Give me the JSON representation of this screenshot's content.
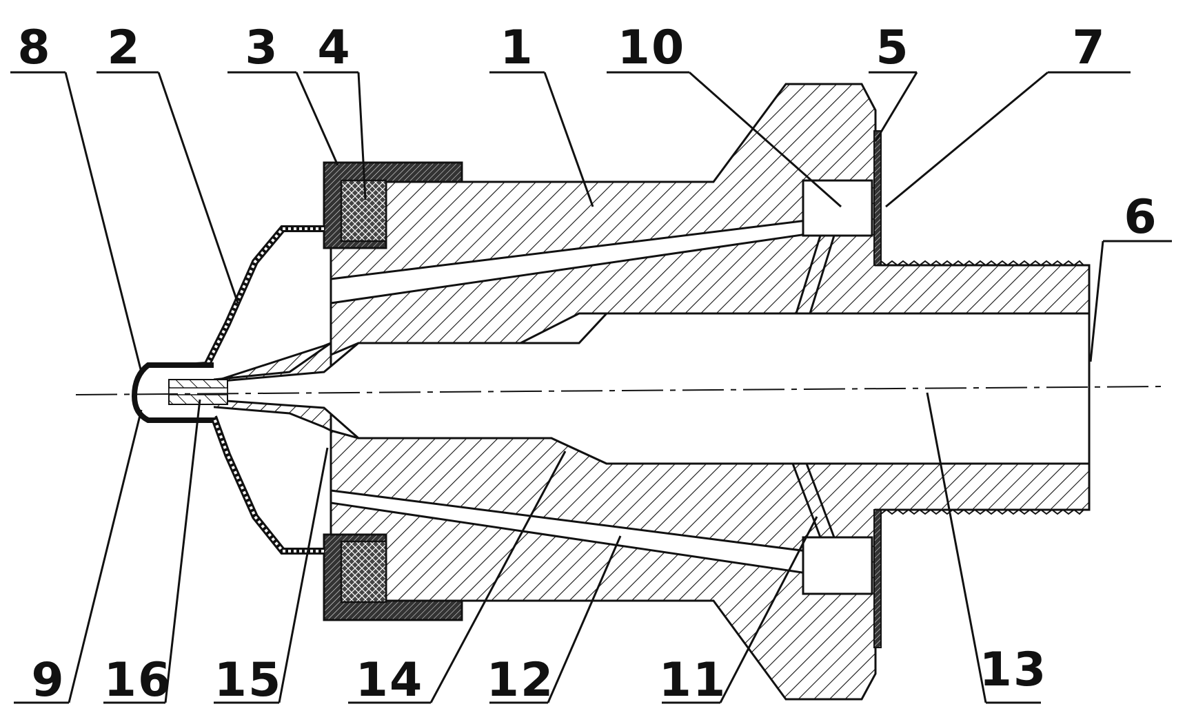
{
  "diagram": {
    "callouts": [
      {
        "id": "8",
        "text": "8"
      },
      {
        "id": "2",
        "text": "2"
      },
      {
        "id": "3",
        "text": "3"
      },
      {
        "id": "4",
        "text": "4"
      },
      {
        "id": "1",
        "text": "1"
      },
      {
        "id": "10",
        "text": "10"
      },
      {
        "id": "5",
        "text": "5"
      },
      {
        "id": "7",
        "text": "7"
      },
      {
        "id": "6",
        "text": "6"
      },
      {
        "id": "9",
        "text": "9"
      },
      {
        "id": "16",
        "text": "16"
      },
      {
        "id": "15",
        "text": "15"
      },
      {
        "id": "14",
        "text": "14"
      },
      {
        "id": "12",
        "text": "12"
      },
      {
        "id": "11",
        "text": "11"
      },
      {
        "id": "13",
        "text": "13"
      }
    ],
    "colors": {
      "ink": "#111111",
      "hatch_fill": "#ffffff",
      "cross_hatch": "#222222",
      "background": "#ffffff"
    }
  }
}
